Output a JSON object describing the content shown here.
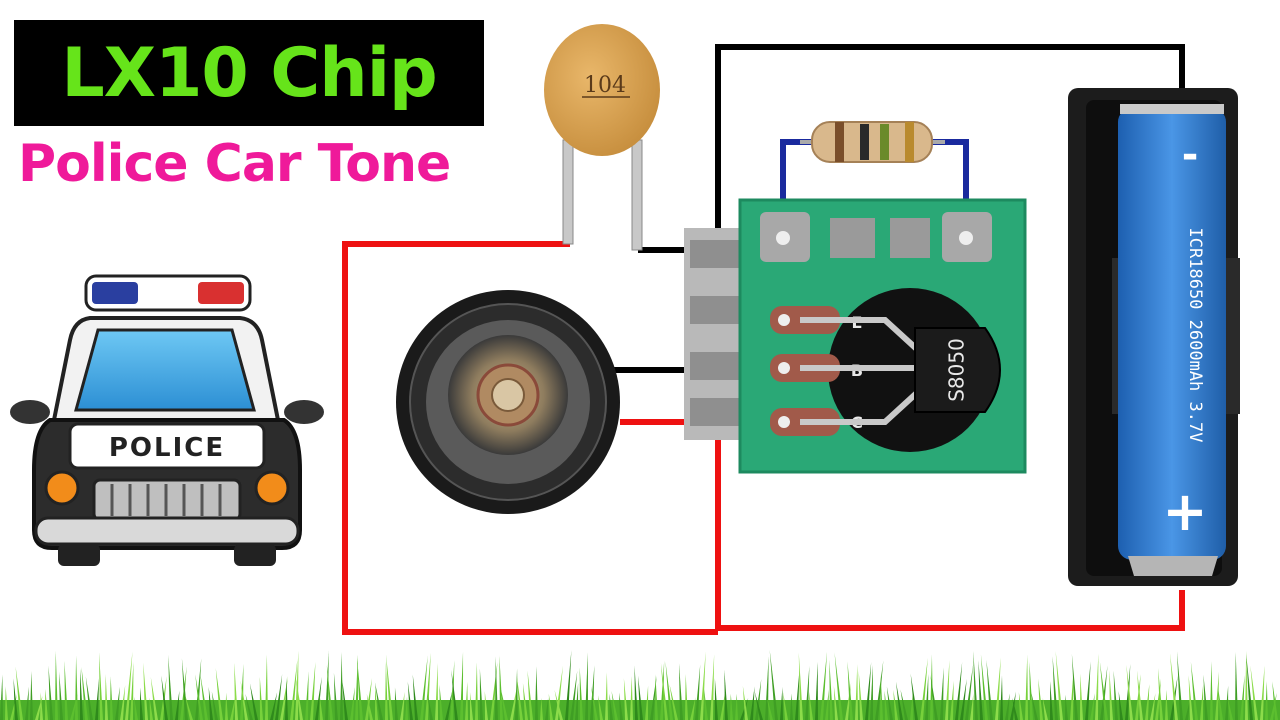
{
  "title": "LX10 Chip",
  "subtitle": "Police Car Tone",
  "capacitor": {
    "code": "104"
  },
  "transistor": {
    "model": "S8050",
    "pins": [
      "E",
      "B",
      "C"
    ]
  },
  "car": {
    "label": "POLICE"
  },
  "battery": {
    "label": "ICR18650 2600mAh 3.7V",
    "negative": "-",
    "positive": "+"
  },
  "colors": {
    "title": "#66e41a",
    "subtitle": "#ef1a9a",
    "wire_red": "#ee1111",
    "wire_black": "#000000",
    "wire_blue": "#1a2a9e",
    "pcb": "#2aa876",
    "battery": "#2f7bd0"
  }
}
